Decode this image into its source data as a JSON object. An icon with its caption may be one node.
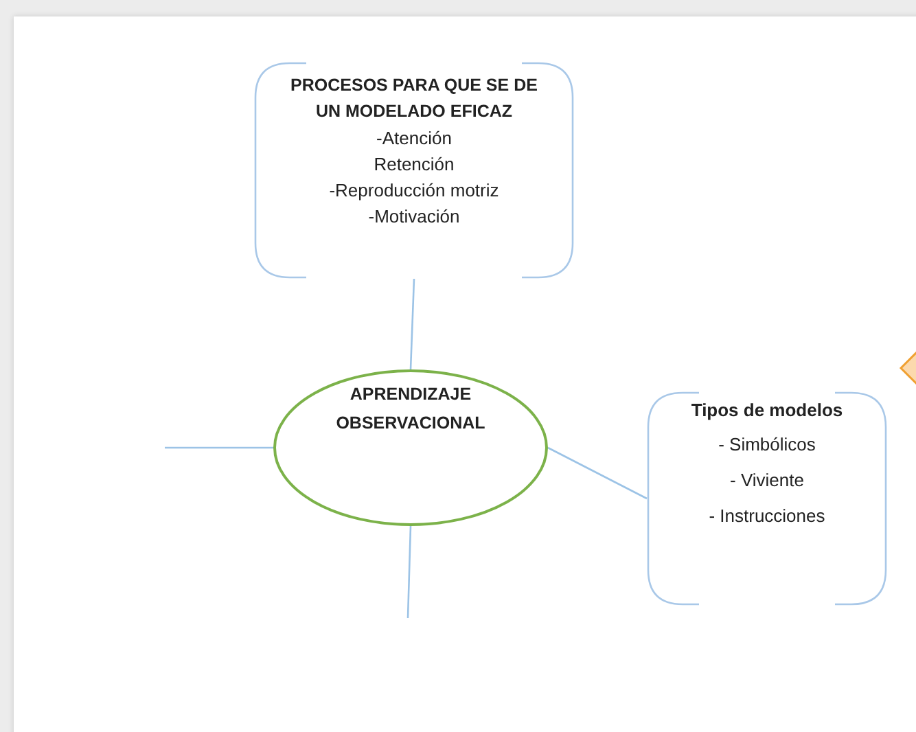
{
  "diagram": {
    "nodes": [
      {
        "text": [
          "PROCESOS PARA QUE SE DE UN MODELADO EFICAZ",
          "-Atención",
          "Retención",
          "-Reproducción motriz",
          "-Motivación"
        ]
      },
      {
        "text": [
          "APRENDIZAJE OBSERVACIONAL"
        ]
      },
      {
        "text": [
          "Tipos de modelos",
          "- Simbólicos",
          "- Viviente",
          "- Instrucciones"
        ]
      },
      {
        "text": [],
        "shape": "diamond"
      }
    ],
    "edges": [
      {
        "from": 0,
        "to": 1,
        "arrow": "none"
      },
      {
        "from": 1,
        "to": 2,
        "arrow": "none"
      },
      {
        "from": 1,
        "to": null,
        "arrow": "none"
      },
      {
        "from": 1,
        "to": null,
        "arrow": "none"
      }
    ]
  }
}
